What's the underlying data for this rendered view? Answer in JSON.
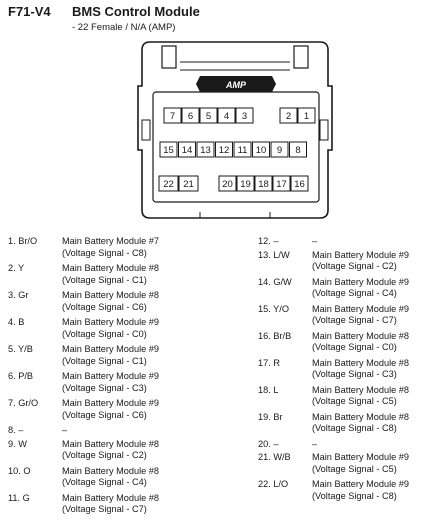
{
  "header": {
    "code": "F71-V4",
    "title": "BMS Control Module",
    "subtitle": "- 22 Female / N/A (AMP)"
  },
  "connector": {
    "brand": "AMP",
    "row1": [
      "7",
      "6",
      "5",
      "4",
      "3",
      "2",
      "1"
    ],
    "row2": [
      "15",
      "14",
      "13",
      "12",
      "11",
      "10",
      "9",
      "8"
    ],
    "row3": [
      "22",
      "21",
      "20",
      "19",
      "18",
      "17",
      "16"
    ]
  },
  "pins_left": [
    {
      "wire": "1. Br/O",
      "line1": "Main Battery Module #7",
      "line2": "(Voltage Signal - C8)"
    },
    {
      "wire": "2. Y",
      "line1": "Main Battery Module #8",
      "line2": "(Voltage Signal - C1)"
    },
    {
      "wire": "3. Gr",
      "line1": "Main Battery Module #8",
      "line2": "(Voltage Signal - C6)"
    },
    {
      "wire": "4. B",
      "line1": "Main Battery Module #9",
      "line2": "(Voltage Signal - C0)"
    },
    {
      "wire": "5. Y/B",
      "line1": "Main Battery Module #9",
      "line2": "(Voltage Signal - C1)"
    },
    {
      "wire": "6. P/B",
      "line1": "Main Battery Module #9",
      "line2": "(Voltage Signal - C3)"
    },
    {
      "wire": "7. Gr/O",
      "line1": "Main Battery Module #9",
      "line2": "(Voltage Signal - C6)"
    },
    {
      "wire": "8. –",
      "line1": "–",
      "line2": ""
    },
    {
      "wire": "9. W",
      "line1": "Main Battery Module #8",
      "line2": "(Voltage Signal - C2)"
    },
    {
      "wire": "10. O",
      "line1": "Main Battery Module #8",
      "line2": "(Voltage Signal - C4)"
    },
    {
      "wire": "11. G",
      "line1": "Main Battery Module #8",
      "line2": "(Voltage Signal - C7)"
    }
  ],
  "pins_right": [
    {
      "wire": "12. –",
      "line1": "–",
      "line2": ""
    },
    {
      "wire": "13. L/W",
      "line1": "Main Battery Module #9",
      "line2": "(Voltage Signal - C2)"
    },
    {
      "wire": "14. G/W",
      "line1": "Main Battery Module #9",
      "line2": "(Voltage Signal - C4)"
    },
    {
      "wire": "15. Y/O",
      "line1": "Main Battery Module #9",
      "line2": "(Voltage Signal - C7)"
    },
    {
      "wire": "16. Br/B",
      "line1": "Main Battery Module #8",
      "line2": "(Voltage Signal - C0)"
    },
    {
      "wire": "17. R",
      "line1": "Main Battery Module #8",
      "line2": "(Voltage Signal - C3)"
    },
    {
      "wire": "18. L",
      "line1": "Main Battery Module #8",
      "line2": "(Voltage Signal - C5)"
    },
    {
      "wire": "19. Br",
      "line1": "Main Battery Module #8",
      "line2": "(Voltage Signal - C8)"
    },
    {
      "wire": "20. –",
      "line1": "–",
      "line2": ""
    },
    {
      "wire": "21. W/B",
      "line1": "Main Battery Module #9",
      "line2": "(Voltage Signal - C5)"
    },
    {
      "wire": "22. L/O",
      "line1": "Main Battery Module #9",
      "line2": "(Voltage Signal - C8)"
    }
  ]
}
